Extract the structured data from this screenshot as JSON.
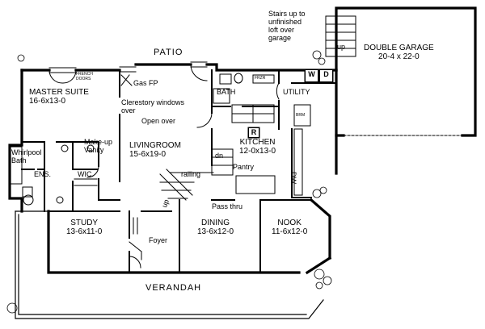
{
  "rooms": {
    "double_garage": {
      "name": "DOUBLE GARAGE",
      "dims": "20-4 x 22-0"
    },
    "master_suite": {
      "name": "MASTER SUITE",
      "dims": "16-6x13-0"
    },
    "living_room": {
      "name": "LIVINGROOM",
      "dims": "15-6x19-0"
    },
    "kitchen": {
      "name": "KITCHEN",
      "dims": "12-0x13-0"
    },
    "study": {
      "name": "STUDY",
      "dims": "13-6x11-0"
    },
    "dining": {
      "name": "DINING",
      "dims": "13-6x12-0"
    },
    "nook": {
      "name": "NOOK",
      "dims": "11-6x12-0"
    }
  },
  "labels": {
    "patio": "PATIO",
    "verandah": "VERANDAH",
    "stairs_note": [
      "Stairs up to",
      "unfinished",
      "loft over",
      "garage"
    ],
    "up_garage": "up",
    "up_stair": "up",
    "gas_fp": "Gas FP",
    "french_doors": [
      "FRENCH",
      "DOORS"
    ],
    "frzr": "FRZR",
    "washer": "W",
    "dryer": "D",
    "bath": "BATH",
    "utility": "UTILITY",
    "clerestory": [
      "Clerestory windows",
      "over"
    ],
    "open_over": "Open over",
    "brm": "BRM",
    "refrigerator": "R",
    "whirlpool": [
      "Whirlpool",
      "Bath"
    ],
    "ens": "ENS.",
    "makeup": [
      "Make-up",
      "Vanity"
    ],
    "wic": "WIC.",
    "railing": "railing",
    "dn": "dn",
    "pantry": "Pantry",
    "dw": "DW",
    "pass_thru": "Pass thru",
    "foyer": "Foyer"
  }
}
